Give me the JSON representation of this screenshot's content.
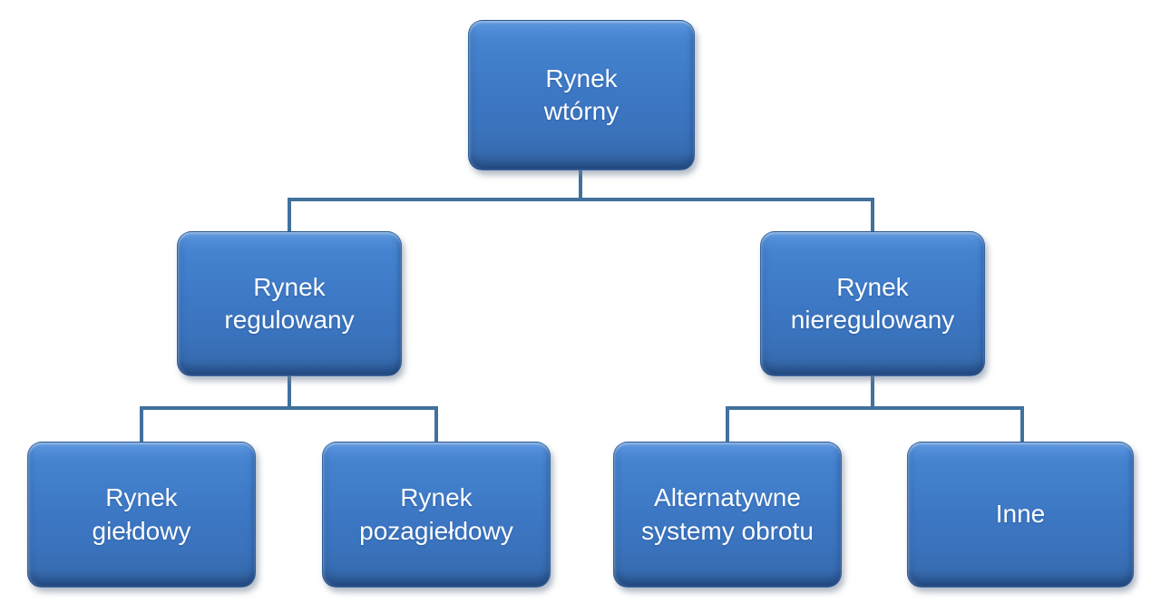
{
  "diagram": {
    "type": "org-chart",
    "background": "#ffffff",
    "nodes": {
      "root": {
        "label": "Rynek\nwtórny"
      },
      "l2_left": {
        "label": "Rynek\nregulowany"
      },
      "l2_right": {
        "label": "Rynek\nnieregulowany"
      },
      "leaf1": {
        "label": "Rynek\ngiełdowy"
      },
      "leaf2": {
        "label": "Rynek\npozagiełdowy"
      },
      "leaf3": {
        "label": "Alternatywne\nsystemy obrotu"
      },
      "leaf4": {
        "label": "Inne"
      }
    },
    "edges": [
      {
        "from": "Rynek wtórny",
        "to": "Rynek regulowany"
      },
      {
        "from": "Rynek wtórny",
        "to": "Rynek nieregulowany"
      },
      {
        "from": "Rynek regulowany",
        "to": "Rynek giełdowy"
      },
      {
        "from": "Rynek regulowany",
        "to": "Rynek pozagiełdowy"
      },
      {
        "from": "Rynek nieregulowany",
        "to": "Alternatywne systemy obrotu"
      },
      {
        "from": "Rynek nieregulowany",
        "to": "Inne"
      }
    ],
    "colors": {
      "node_fill_top": "#4e8ad6",
      "node_fill_bottom": "#32619f",
      "node_border": "#2d5b99",
      "connector": "#41719c",
      "text": "#fbfdff"
    }
  }
}
